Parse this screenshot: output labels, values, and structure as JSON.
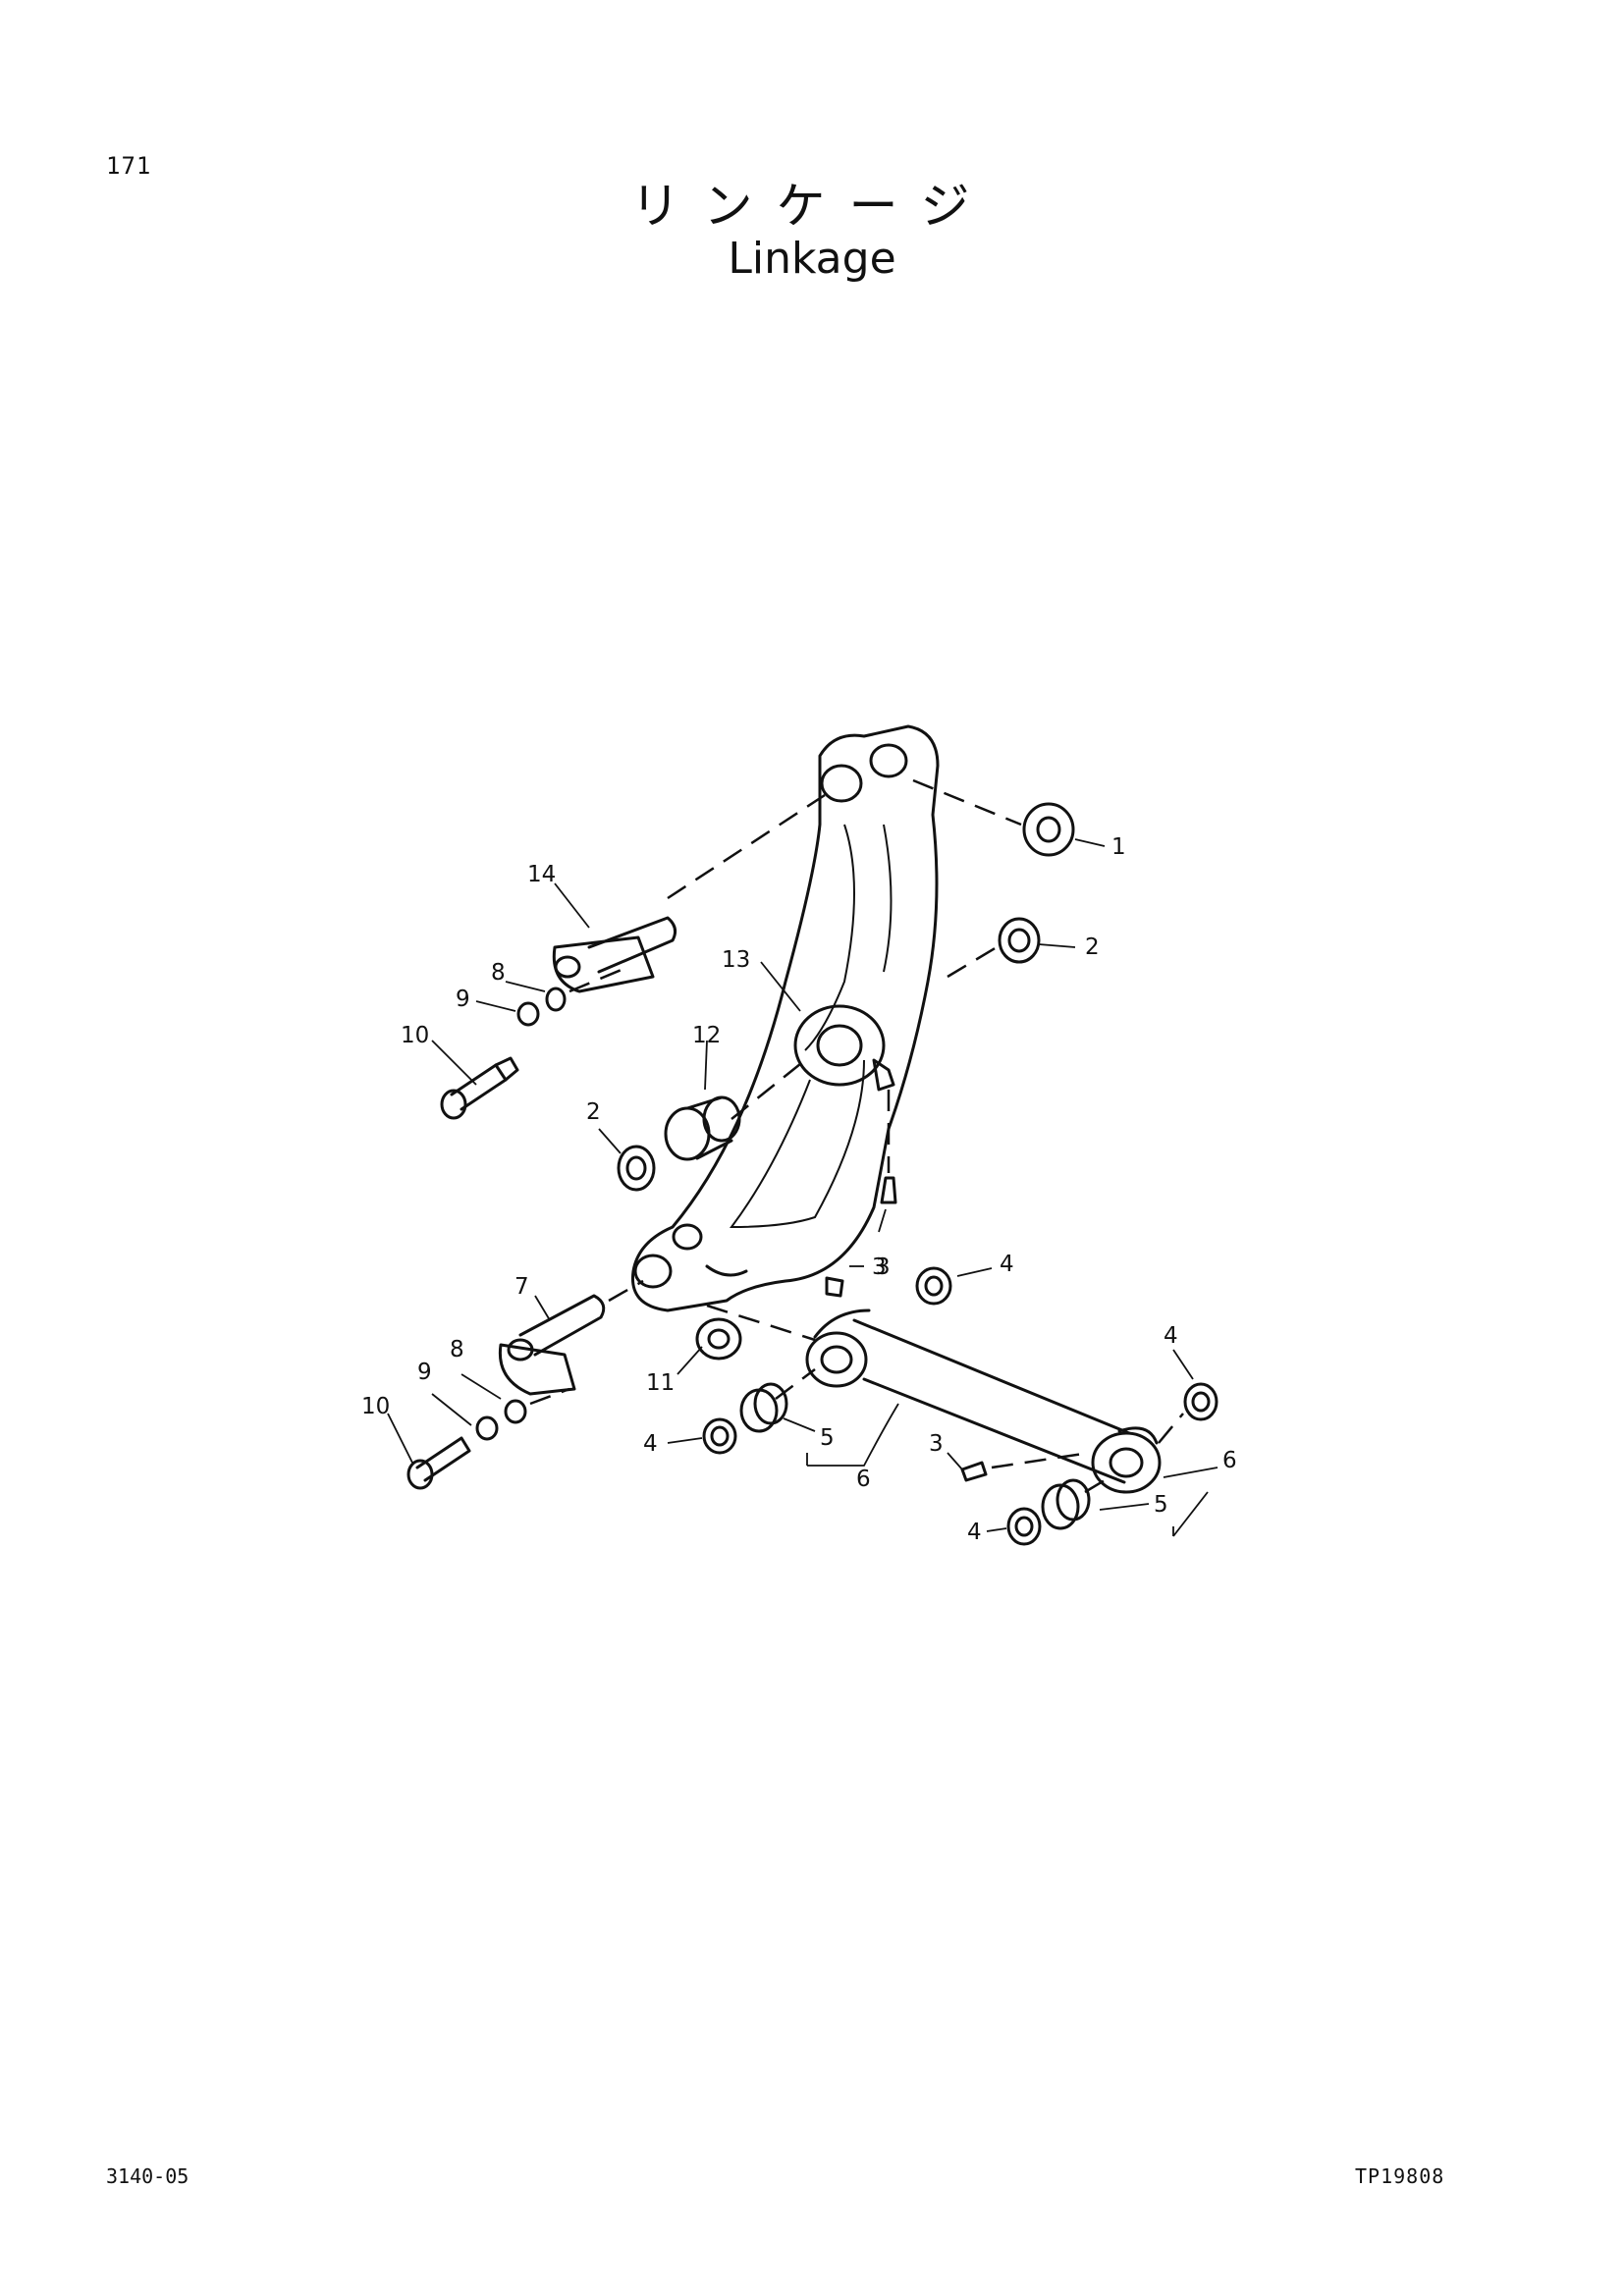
{
  "page": {
    "number": "171"
  },
  "title": {
    "ja": "リンケージ",
    "en": "Linkage"
  },
  "footer": {
    "code": "3140-05",
    "ref": "TP19808"
  },
  "callouts": [
    "1",
    "2",
    "13",
    "12",
    "2",
    "14",
    "8",
    "9",
    "10",
    "3",
    "3",
    "4",
    "4",
    "7",
    "11",
    "8",
    "9",
    "10",
    "4",
    "5",
    "6",
    "3",
    "6",
    "5",
    "4"
  ]
}
